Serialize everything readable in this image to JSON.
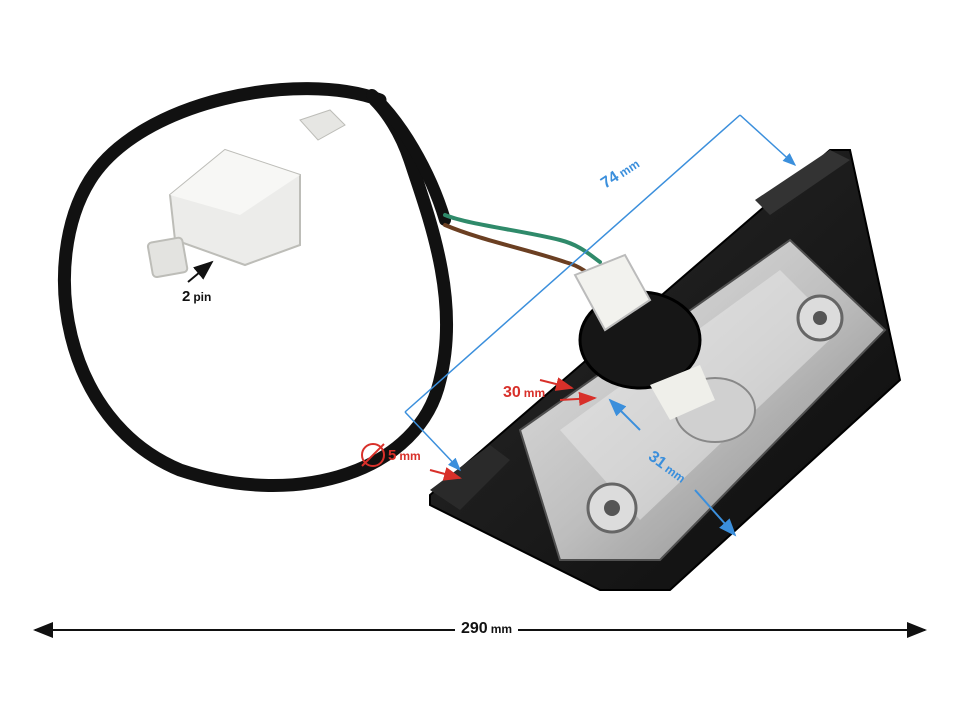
{
  "labels": {
    "pin": {
      "value": "2",
      "unit": "pin"
    },
    "total_length": {
      "value": "290",
      "unit": "mm"
    },
    "width_74": {
      "value": "74",
      "unit": "mm"
    },
    "height_30": {
      "value": "30",
      "unit": "mm"
    },
    "hole_5": {
      "value": "5",
      "unit": "mm"
    },
    "lens_31": {
      "value": "31",
      "unit": "mm"
    }
  },
  "colors": {
    "dimension_blue": "#3b8fdc",
    "dimension_red": "#d8302a",
    "cable": "#111111",
    "housing": "#1a1a1a",
    "connector": "#e8e8e4"
  }
}
